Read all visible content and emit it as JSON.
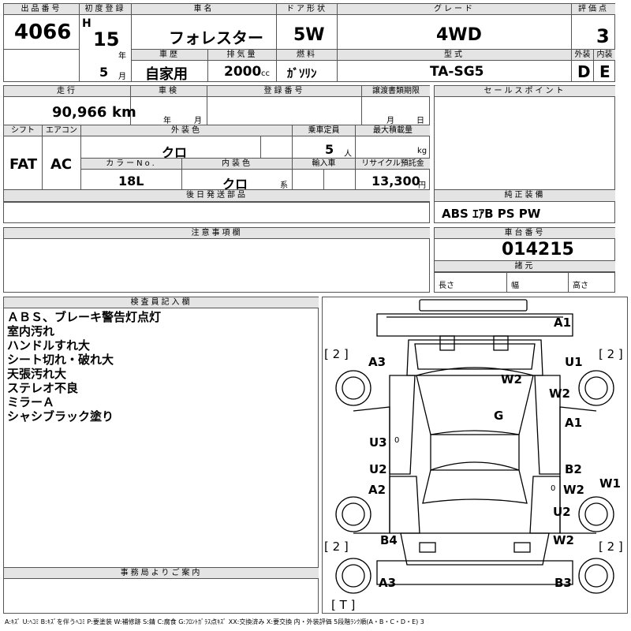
{
  "headers": {
    "lot_no": "出品番号",
    "first_reg": "初度登録",
    "car_name": "車名",
    "door": "ドア形状",
    "grade": "グレード",
    "score": "評価点",
    "history": "車歴",
    "displacement": "排気量",
    "fuel": "燃料",
    "model_code": "型式",
    "exterior": "外装",
    "interior": "内装",
    "mileage": "走行",
    "inspection": "車検",
    "reg_no": "登録番号",
    "transfer_deadline": "譲渡書類期限",
    "sales_point": "セールスポイント",
    "shift": "シフト",
    "aircon": "エアコン",
    "ext_color": "外装色",
    "capacity": "乗車定員",
    "max_load": "最大積載量",
    "color_no": "カラーNo.",
    "int_color": "内装色",
    "import": "輸入車",
    "recycle": "リサイクル預託金",
    "later_parts": "後日発送部品",
    "genuine_equip": "純正装備",
    "caution": "注意事項欄",
    "chassis_no": "車台番号",
    "specs": "諸元",
    "inspector": "検査員記入欄",
    "office": "事務局よりご案内"
  },
  "vehicle": {
    "lot_no": "4066",
    "era": "H",
    "year": "15",
    "year_unit": "年",
    "month": "5",
    "month_unit": "月",
    "car_name": "フォレスター",
    "door": "5W",
    "grade": "4WD",
    "score": "3",
    "history": "自家用",
    "displacement": "2000",
    "displacement_unit": "cc",
    "fuel": "ｶﾞｿﾘﾝ",
    "model_code": "TA-SG5",
    "exterior": "D",
    "interior": "E",
    "mileage": "90,966",
    "mileage_unit": "km",
    "insp_year": "年",
    "insp_month": "月",
    "transfer_month": "月",
    "transfer_day": "日",
    "shift": "FAT",
    "aircon": "AC",
    "ext_color": "クロ",
    "capacity": "5",
    "capacity_unit": "人",
    "load_unit": "kg",
    "color_no": "18L",
    "int_color": "クロ",
    "int_suffix": "系",
    "recycle": "13,300",
    "recycle_unit": "円",
    "genuine_equip": "ABS ｴｱB PS PW",
    "chassis_no": "014215",
    "len_label": "長さ",
    "width_label": "幅",
    "height_label": "高さ"
  },
  "inspector_notes": [
    "ＡＢＳ、ブレーキ警告灯点灯",
    "室内汚れ",
    "ハンドルすれ大",
    "シート切れ・破れ大",
    "天張汚れ大",
    "ステレオ不良",
    "ミラーＡ",
    "シャシブラック塗り"
  ],
  "damage_marks": {
    "a1_top": "A1",
    "a3_left": "A3",
    "u1": "U1",
    "w2_roof": "W2",
    "w2_right": "W2",
    "g": "G",
    "a1_right": "A1",
    "u3": "U3",
    "zero_u3": "0",
    "u2_left": "U2",
    "a2": "A2",
    "b2": "B2",
    "zero_b2": "0",
    "w2_b2": "W2",
    "w1": "W1",
    "u2_right": "U2",
    "b4": "B4",
    "w2_rear": "W2",
    "a3_rear": "A3",
    "b3": "B3",
    "tire_fl": "[ 2 ]",
    "tire_fr": "[ 2 ]",
    "tire_rl": "[ 2 ]",
    "tire_rr": "[ 2 ]",
    "tire_spare": "[ T ]"
  },
  "legend": "A:ｷｽﾞ U:ﾍｺﾐ B:ｷｽﾞを伴うﾍｺﾐ P:要塗装 W:補修跡 S:錆 C:腐食 G:ﾌﾛﾝﾄｶﾞﾗｽ点ｷｽﾞ XX:交換済み X:要交換 内・外装評価 5段階ﾗﾝｸ順(A・B・C・D・E) 3"
}
